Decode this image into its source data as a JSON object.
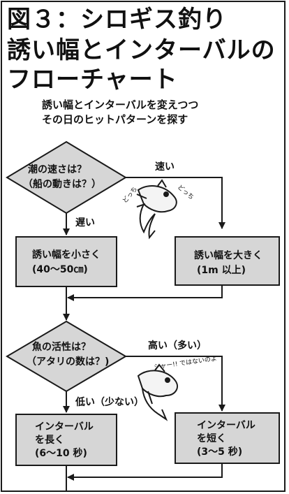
{
  "title": {
    "line1": "図３：シロギス釣り",
    "line2": "誘い幅とインターバルの",
    "line3": "フローチャート"
  },
  "subtitle": {
    "line1": "誘い幅とインターバルを変えつつ",
    "line2": "その日のヒットパターンを探す"
  },
  "decision1": {
    "line1": "潮の速さは？",
    "line2": "（船の動きは？）",
    "yes_label": "速い",
    "no_label": "遅い"
  },
  "box_slow": {
    "line1": "誘い幅を小さく",
    "line2": "(40〜50㎝)"
  },
  "box_fast": {
    "line1": "誘い幅を大きく",
    "line2": "(1m 以上)"
  },
  "decision2": {
    "line1": "魚の活性は？",
    "line2": "（アタリの数は？)",
    "yes_label": "高い（多い）",
    "no_label": "低い（少ない）"
  },
  "box_long": {
    "line1": "インターバル",
    "line2": "を長く",
    "line3": "(6〜10 秒)"
  },
  "box_short": {
    "line1": "インターバル",
    "line2": "を短く",
    "line3": "(3〜5 秒)"
  },
  "illustration1": {
    "note_left": "どっち",
    "note_right": "どっち"
  },
  "illustration2": {
    "note": "シャー!! ではないのよ"
  }
}
